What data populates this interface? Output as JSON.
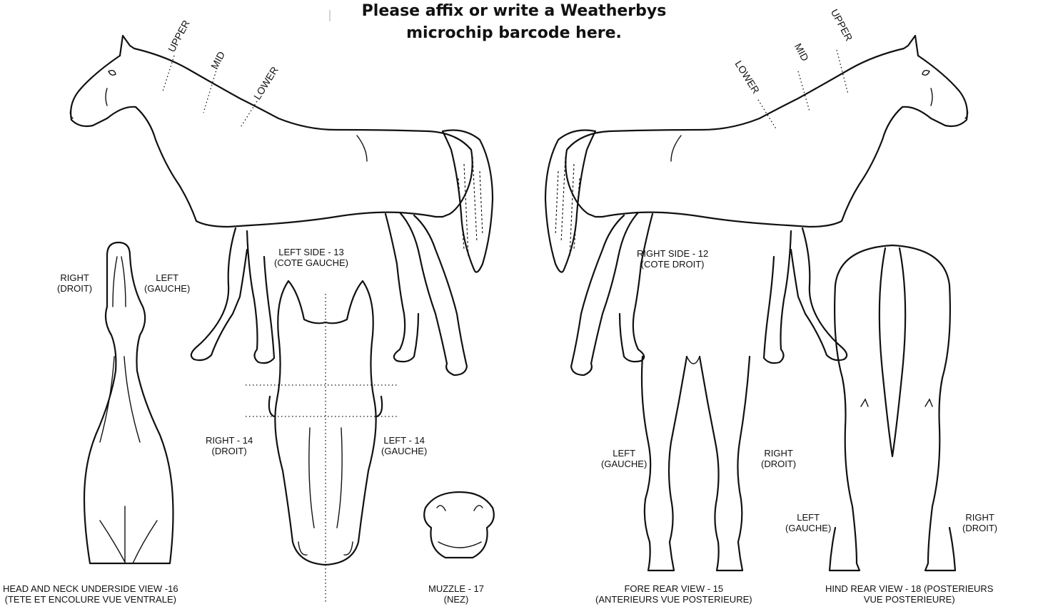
{
  "header": {
    "line1": "Please affix or write a Weatherbys",
    "line2": "microchip barcode here."
  },
  "neck_zones": {
    "upper": "UPPER",
    "mid": "MID",
    "lower": "LOWER"
  },
  "views": {
    "left_side": {
      "line1": "LEFT SIDE - 13",
      "line2": "(COTE GAUCHE)"
    },
    "right_side": {
      "line1": "RIGHT SIDE - 12",
      "line2": "(COTE DROIT)"
    },
    "head_right": {
      "line1": "RIGHT - 14",
      "line2": "(DROIT)"
    },
    "head_left": {
      "line1": "LEFT - 14",
      "line2": "(GAUCHE)"
    },
    "underside_right": {
      "line1": "RIGHT",
      "line2": "(DROIT)"
    },
    "underside_left": {
      "line1": "LEFT",
      "line2": "(GAUCHE)"
    },
    "underside_caption": {
      "line1": "HEAD AND NECK UNDERSIDE VIEW -16",
      "line2": "(TETE ET ENCOLURE VUE VENTRALE)"
    },
    "muzzle_caption": {
      "line1": "MUZZLE - 17",
      "line2": "(NEZ)"
    },
    "fore_left": {
      "line1": "LEFT",
      "line2": "(GAUCHE)"
    },
    "fore_right": {
      "line1": "RIGHT",
      "line2": "(DROIT)"
    },
    "fore_caption": {
      "line1": "FORE REAR VIEW - 15",
      "line2": "(ANTERIEURS VUE POSTERIEURE)"
    },
    "hind_left": {
      "line1": "LEFT",
      "line2": "(GAUCHE)"
    },
    "hind_right": {
      "line1": "RIGHT",
      "line2": "(DROIT)"
    },
    "hind_caption": {
      "line1": "HIND REAR VIEW - 18 (POSTERIEURS",
      "line2": "VUE POSTERIEURE)"
    }
  }
}
